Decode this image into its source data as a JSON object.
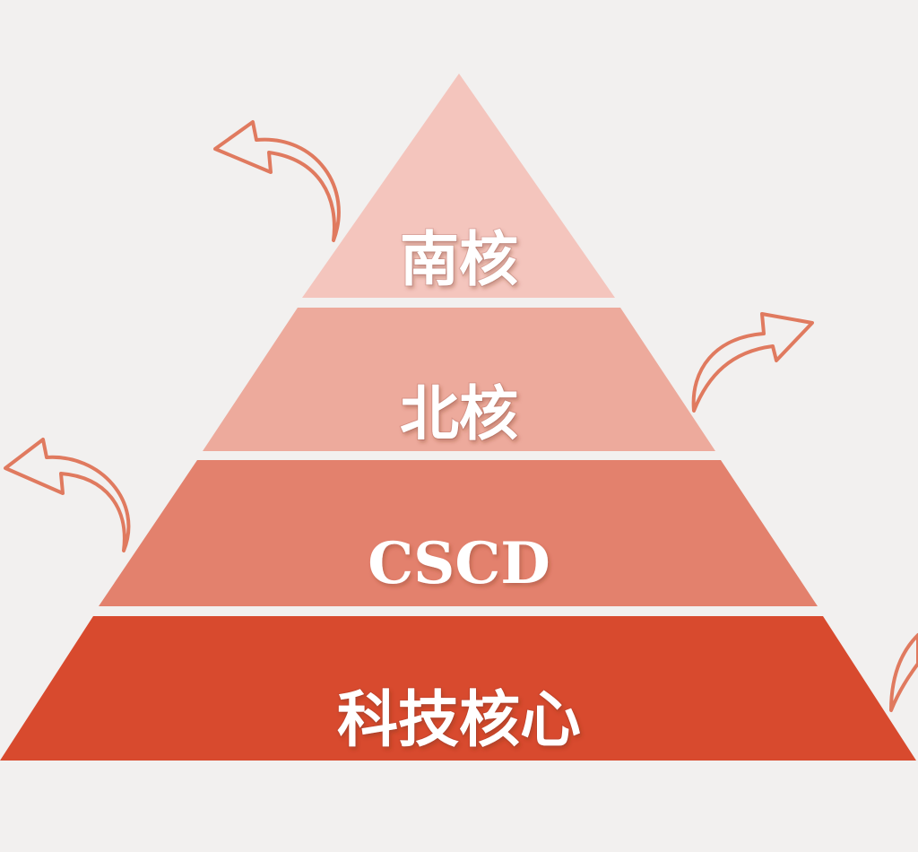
{
  "pyramid": {
    "tiers": [
      {
        "label": "南核",
        "color": "#f4c5bd"
      },
      {
        "label": "北核",
        "color": "#edaa9c"
      },
      {
        "label": "CSCD",
        "color": "#e3816d"
      },
      {
        "label": "科技核心",
        "color": "#d84a2e"
      }
    ]
  },
  "background": "#f2f0ef",
  "arrow_color": "#e07a5f",
  "icons": [
    "curved-arrow-icon"
  ]
}
